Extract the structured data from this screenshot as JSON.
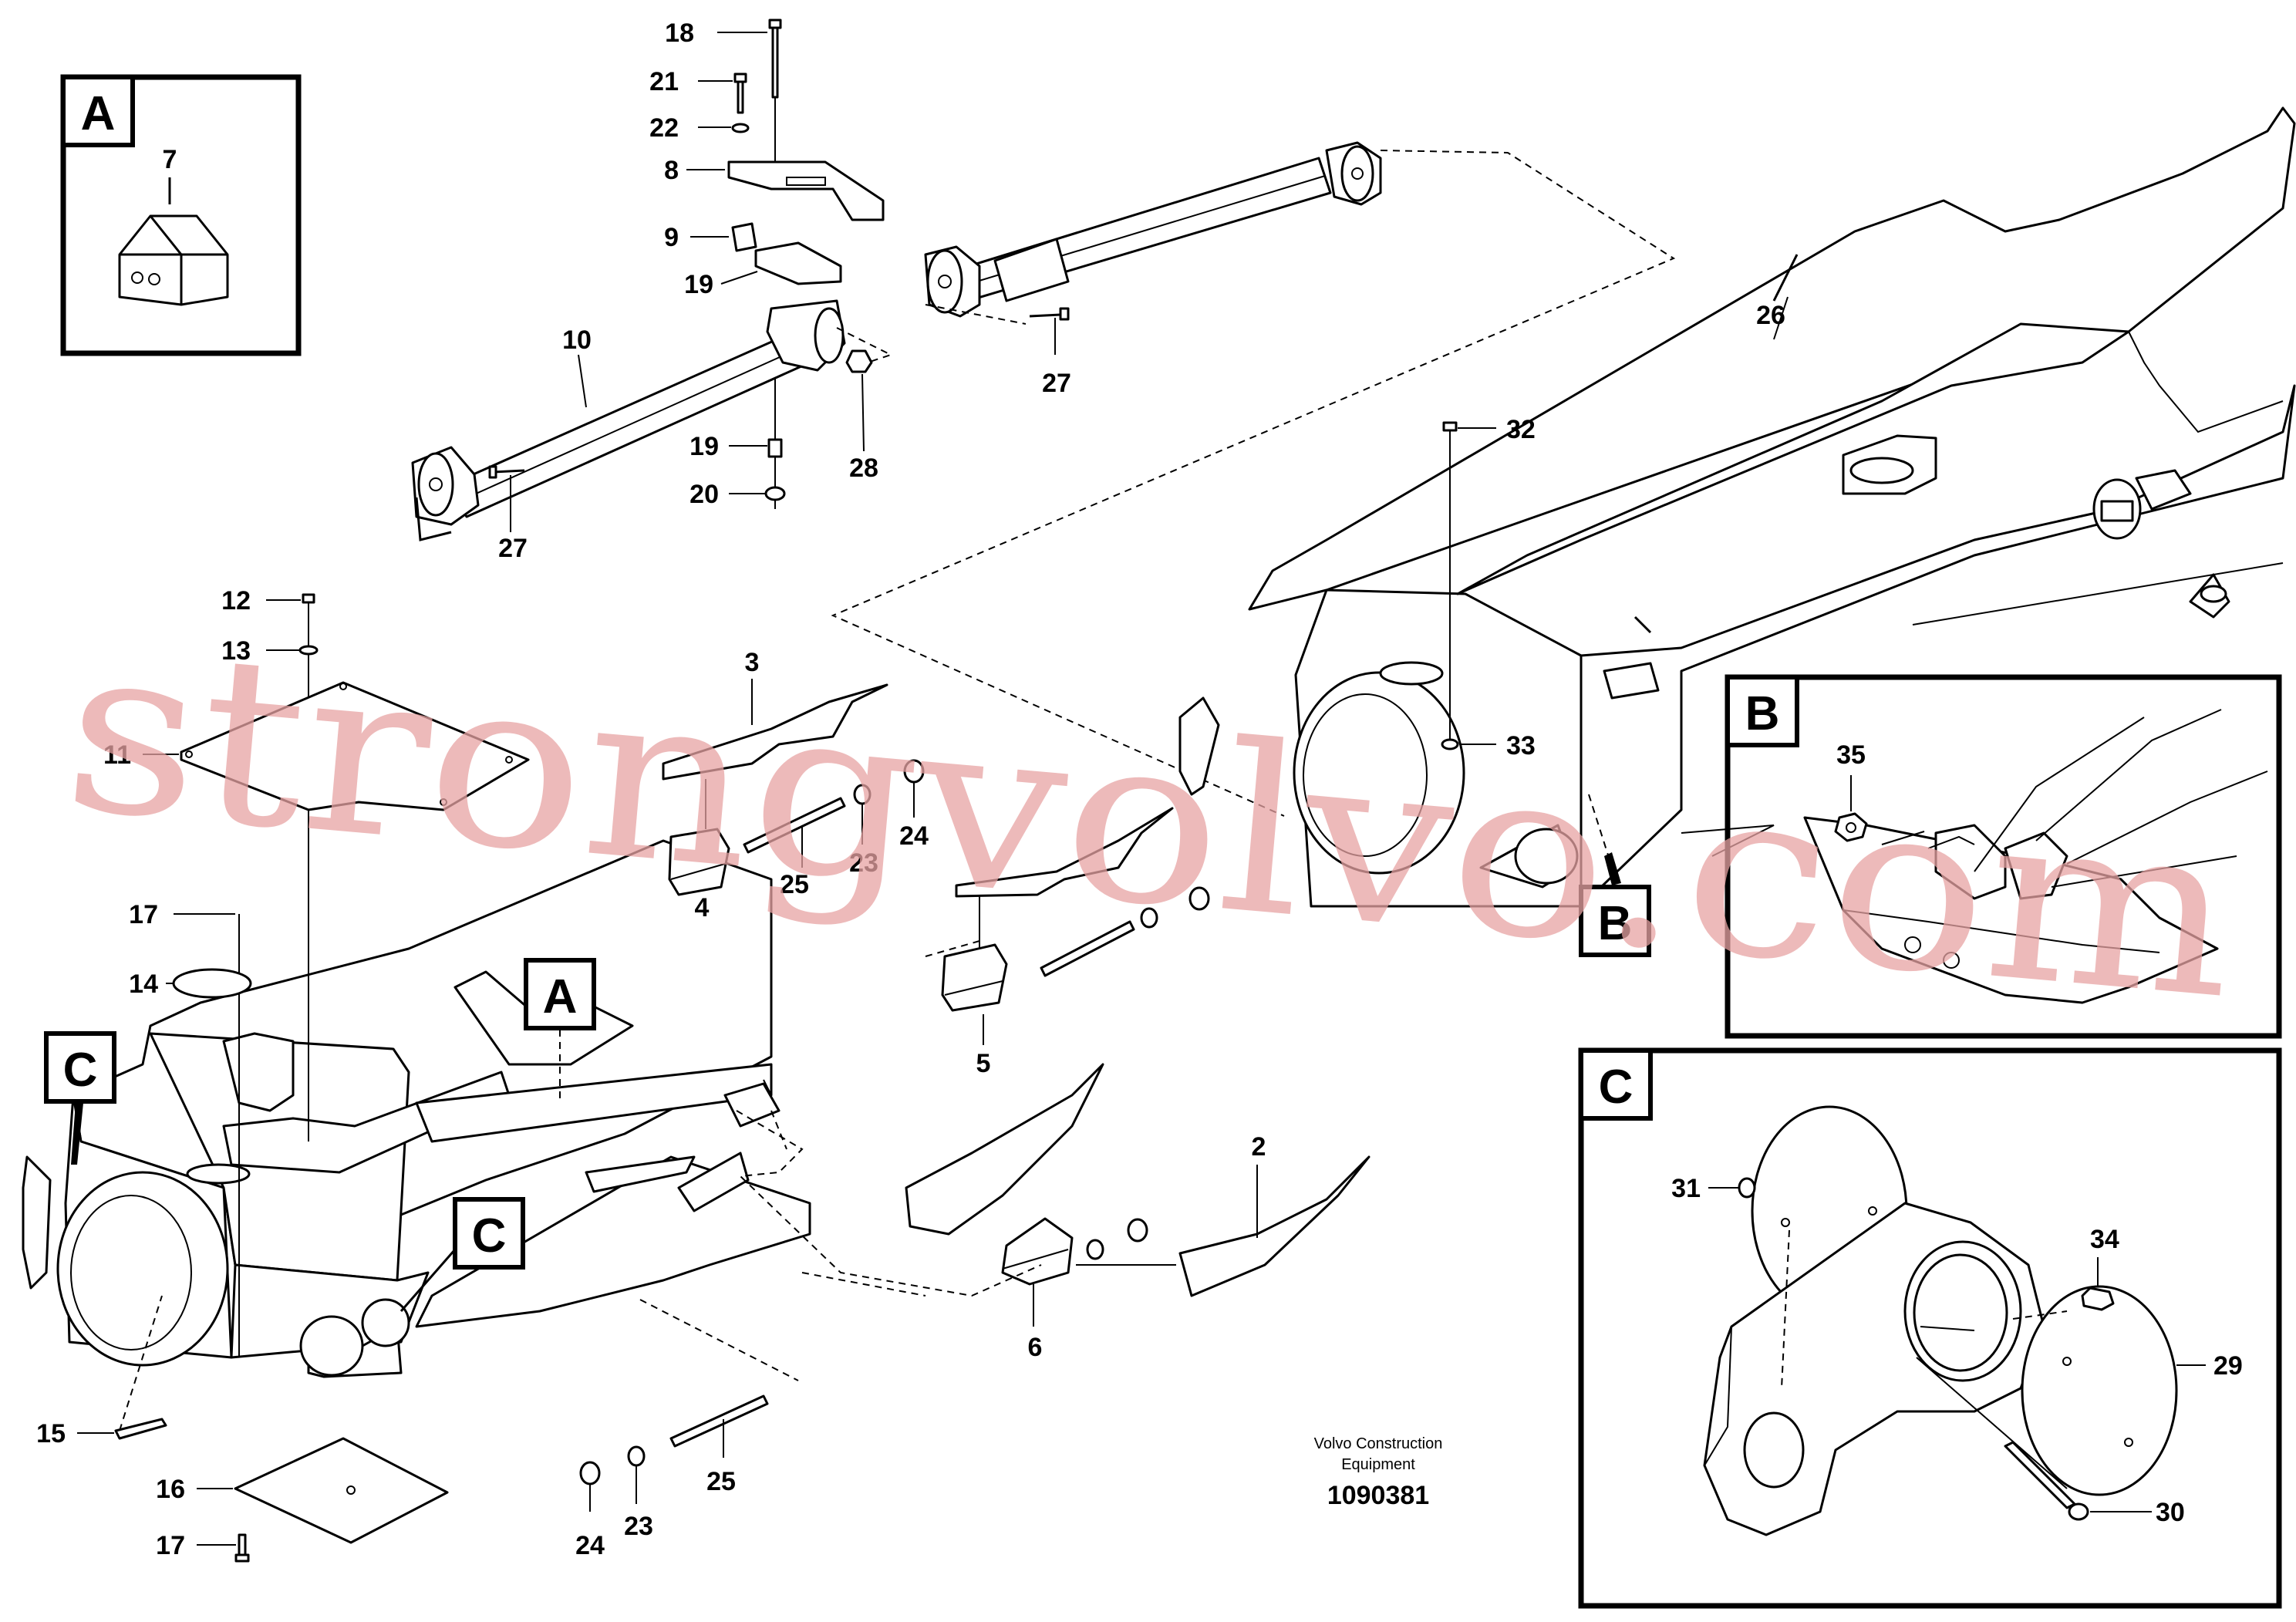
{
  "footer": {
    "line1": "Volvo Construction",
    "line2": "Equipment",
    "doc_number": "1090381"
  },
  "watermark": "strongvolvo.com",
  "detail_views": {
    "a": "A",
    "b": "B",
    "c": "C"
  },
  "callouts": {
    "c2": "2",
    "c3": "3",
    "c4": "4",
    "c5": "5",
    "c6": "6",
    "c7": "7",
    "c8": "8",
    "c9": "9",
    "c10": "10",
    "c11": "11",
    "c12": "12",
    "c13": "13",
    "c14": "14",
    "c15": "15",
    "c16": "16",
    "c17": "17",
    "c18": "18",
    "c19": "19",
    "c20": "20",
    "c21": "21",
    "c22": "22",
    "c23": "23",
    "c24": "24",
    "c25": "25",
    "c26": "26",
    "c27": "27",
    "c28": "28",
    "c29": "29",
    "c30": "30",
    "c31": "31",
    "c32": "32",
    "c33": "33",
    "c34": "34",
    "c35": "35"
  }
}
